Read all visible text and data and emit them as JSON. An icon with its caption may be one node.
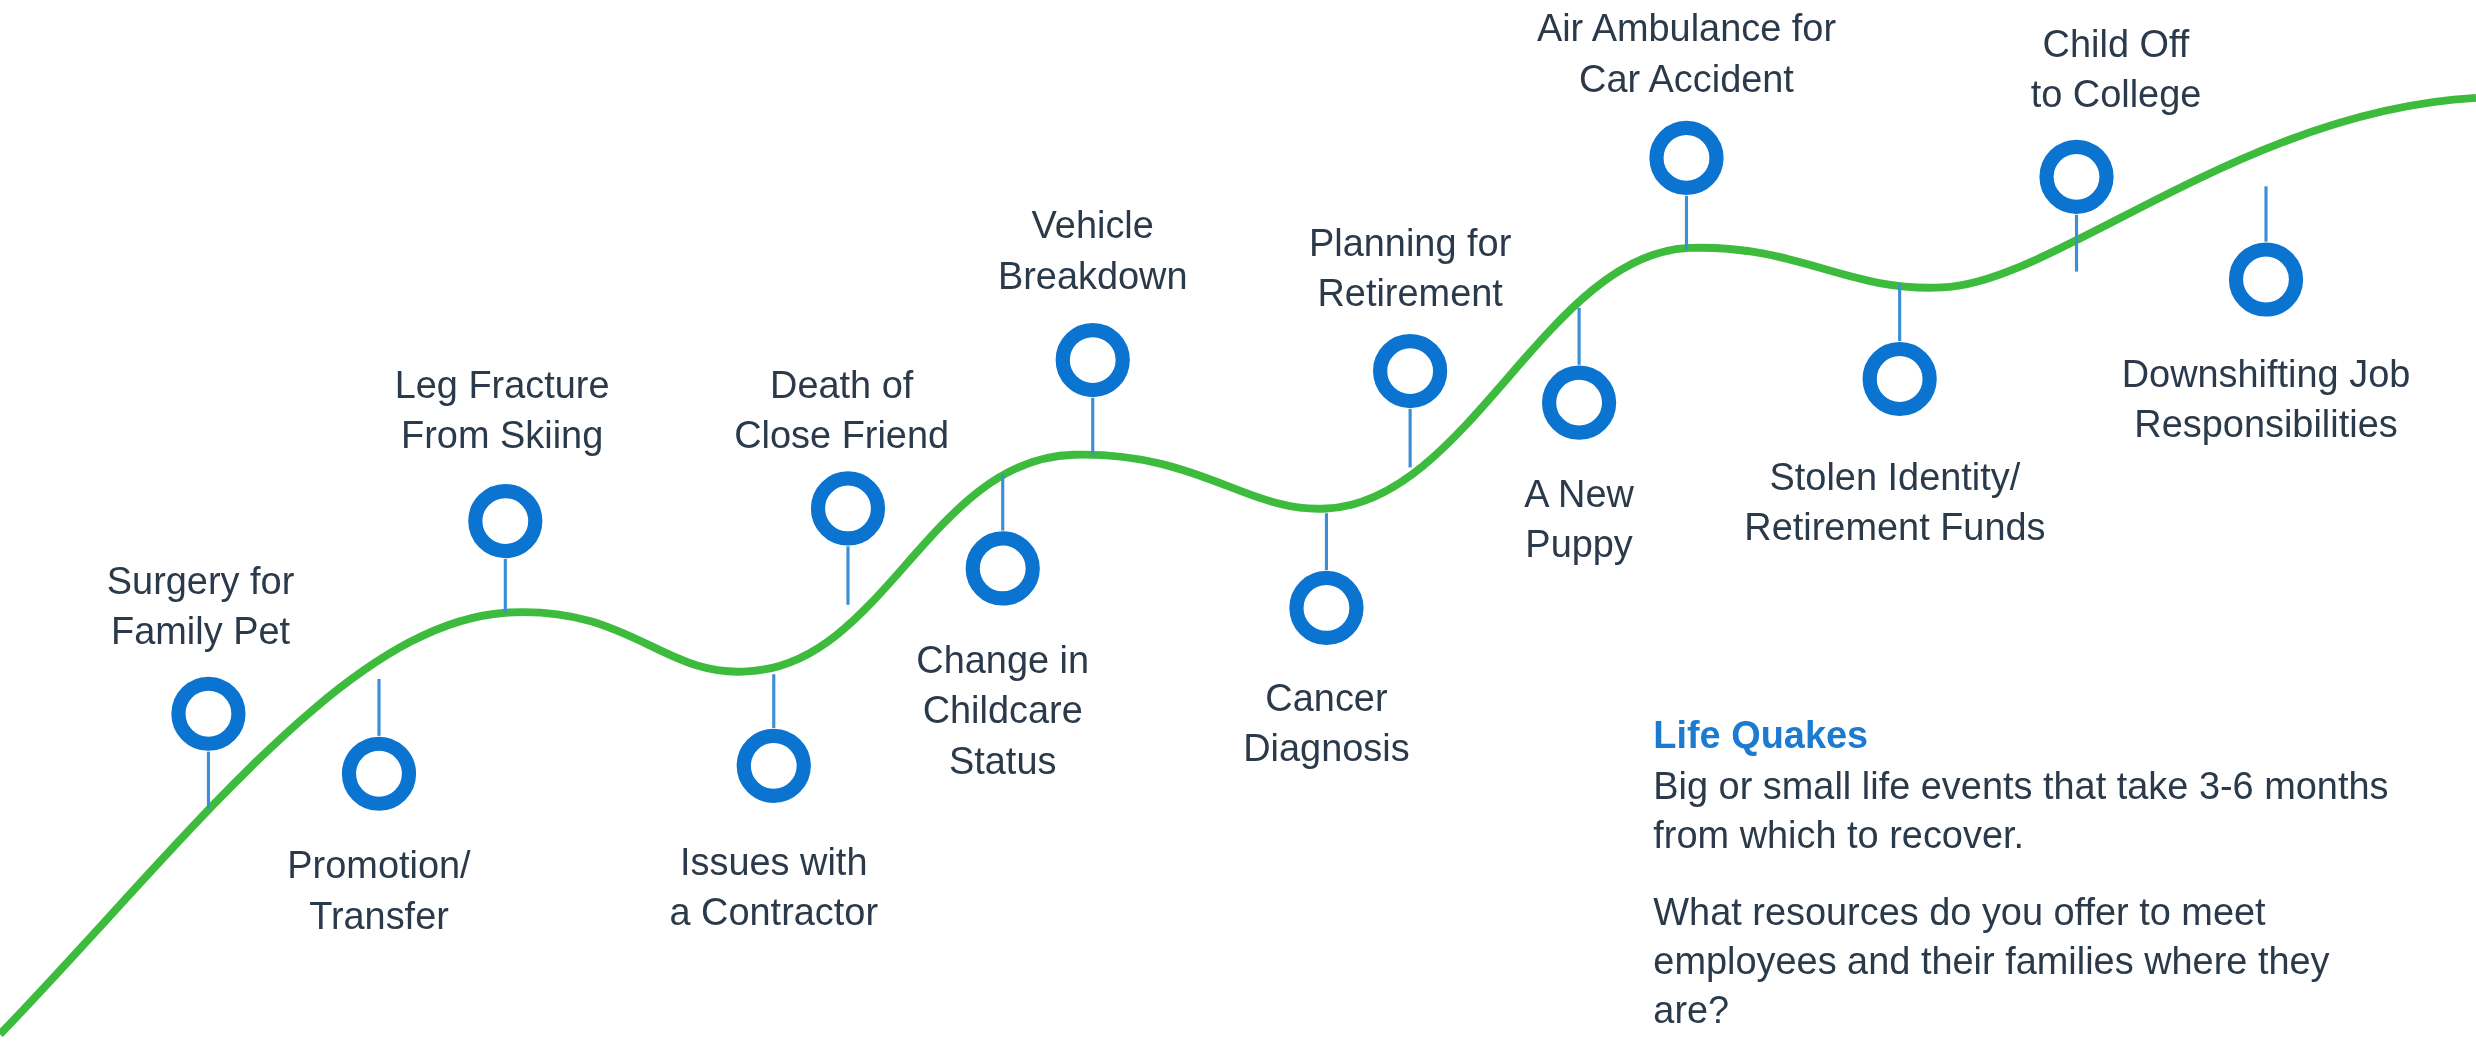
{
  "diagram": {
    "nodes": [
      {
        "text": [],
        "shape": "circle",
        "beside": [
          "Surgery for Family Pet"
        ]
      },
      {
        "text": [],
        "shape": "circle",
        "beside": [
          "Promotion/ Transfer"
        ]
      },
      {
        "text": [],
        "shape": "circle",
        "beside": [
          "Leg Fracture From Skiing"
        ]
      },
      {
        "text": [],
        "shape": "circle",
        "beside": [
          "Issues with a Contractor"
        ]
      },
      {
        "text": [],
        "shape": "circle",
        "beside": [
          "Death of Close Friend"
        ]
      },
      {
        "text": [],
        "shape": "circle",
        "beside": [
          "Change in Childcare Status"
        ]
      },
      {
        "text": [],
        "shape": "circle",
        "beside": [
          "Vehicle Breakdown"
        ]
      },
      {
        "text": [],
        "shape": "circle",
        "beside": [
          "Cancer Diagnosis"
        ]
      },
      {
        "text": [],
        "shape": "circle",
        "beside": [
          "Planning for Retirement"
        ]
      },
      {
        "text": [],
        "shape": "circle",
        "beside": [
          "A New Puppy"
        ]
      },
      {
        "text": [],
        "shape": "circle",
        "beside": [
          "Air Ambulance for Car Accident"
        ]
      },
      {
        "text": [],
        "shape": "circle",
        "beside": [
          "Stolen Identity/ Retirement Funds"
        ]
      },
      {
        "text": [],
        "shape": "circle",
        "beside": [
          "Child Off to College"
        ]
      },
      {
        "text": [],
        "shape": "circle",
        "beside": [
          "Downshifting Job Responsibilities"
        ]
      }
    ],
    "edges": [
      {
        "from": 0,
        "to": null,
        "arrow": "none"
      },
      {
        "from": 1,
        "to": null,
        "arrow": "none"
      },
      {
        "from": 2,
        "to": null,
        "arrow": "none"
      },
      {
        "from": 3,
        "to": null,
        "arrow": "none"
      },
      {
        "from": 4,
        "to": null,
        "arrow": "none"
      },
      {
        "from": 5,
        "to": null,
        "arrow": "none"
      },
      {
        "from": 6,
        "to": null,
        "arrow": "none"
      },
      {
        "from": 7,
        "to": null,
        "arrow": "none"
      },
      {
        "from": 8,
        "to": null,
        "arrow": "none"
      },
      {
        "from": 9,
        "to": null,
        "arrow": "none"
      },
      {
        "from": 10,
        "to": null,
        "arrow": "none"
      },
      {
        "from": 11,
        "to": null,
        "arrow": "none"
      },
      {
        "from": 12,
        "to": null,
        "arrow": "none"
      },
      {
        "from": 13,
        "to": null,
        "arrow": "none"
      }
    ],
    "labels": [
      "Life Quakes",
      "Big or small life events that take 3-6 months from which to recover.",
      "What resources do you offer to meet employees and their families where they are?"
    ]
  }
}
